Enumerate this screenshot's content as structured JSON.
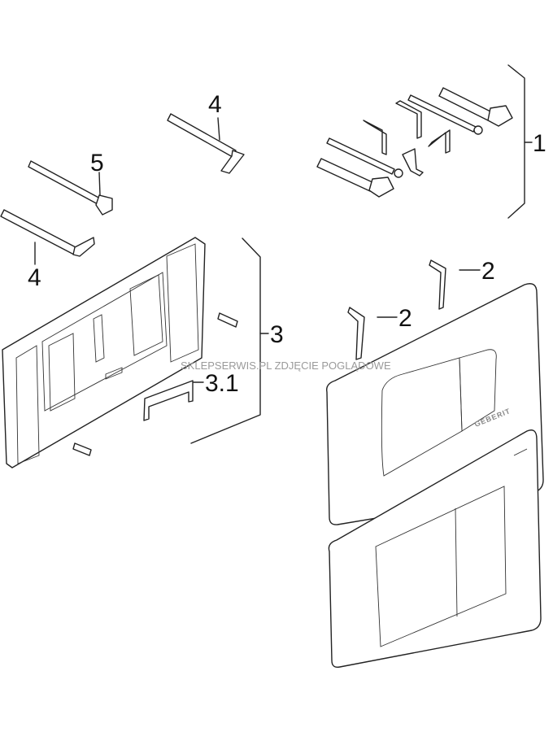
{
  "diagram": {
    "labels": {
      "rod_top": "4",
      "bolt": "5",
      "rod_bottom": "4",
      "fixing_set": "1",
      "clip_right": "2",
      "clip_left": "2",
      "frame": "3",
      "clip_frame": "3.1"
    },
    "watermark": "SKLEPSERWIS.PL ZDJĘCIE POGLĄDOWE",
    "brand_logo": "GEBERIT"
  }
}
